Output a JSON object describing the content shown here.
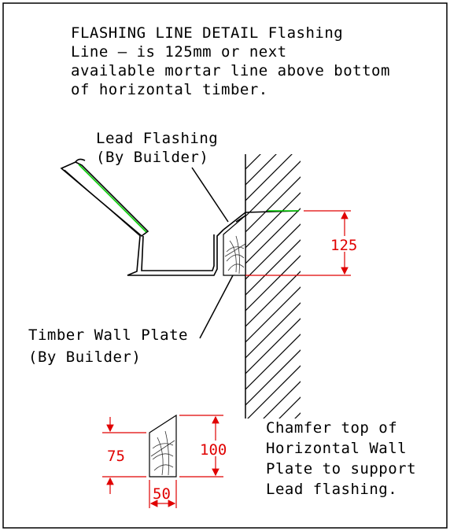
{
  "title_note": {
    "lines": [
      "FLASHING LINE DETAIL Flashing",
      "Line – is 125mm or next",
      "available mortar line above bottom",
      "of horizontal timber."
    ]
  },
  "labels": {
    "lead_flashing_1": "Lead Flashing",
    "lead_flashing_2": "(By Builder)",
    "wall_plate_1": "Timber Wall Plate",
    "wall_plate_2": "(By Builder)"
  },
  "dimensions": {
    "flashing_height": "125",
    "plate_height_full": "100",
    "plate_height_low": "75",
    "plate_width": "50"
  },
  "chamfer_note": {
    "lines": [
      "Chamfer top of",
      "Horizontal Wall",
      "Plate to support",
      "Lead flashing."
    ]
  },
  "colors": {
    "dimension": "#e00000",
    "flashing_line": "#00cc00",
    "linework": "#000000"
  }
}
